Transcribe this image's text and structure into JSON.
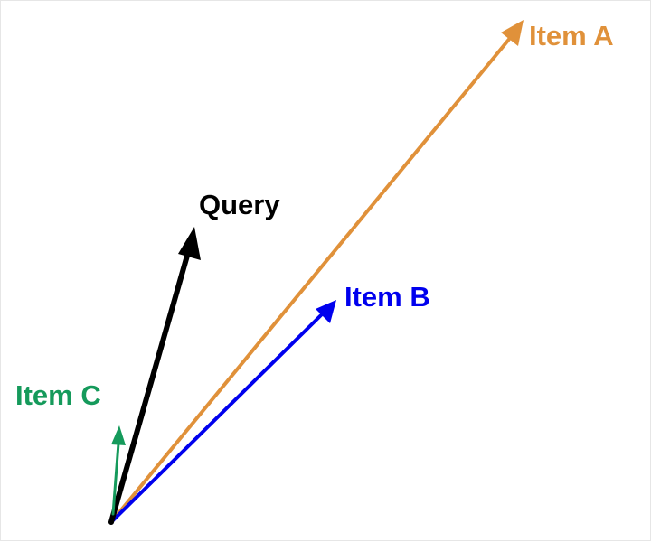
{
  "vectors": {
    "item_a": {
      "label": "Item A",
      "color": "#E0913A"
    },
    "query": {
      "label": "Query",
      "color": "#000000"
    },
    "item_b": {
      "label": "Item B",
      "color": "#0000EE"
    },
    "item_c": {
      "label": "Item C",
      "color": "#159A5B"
    }
  }
}
